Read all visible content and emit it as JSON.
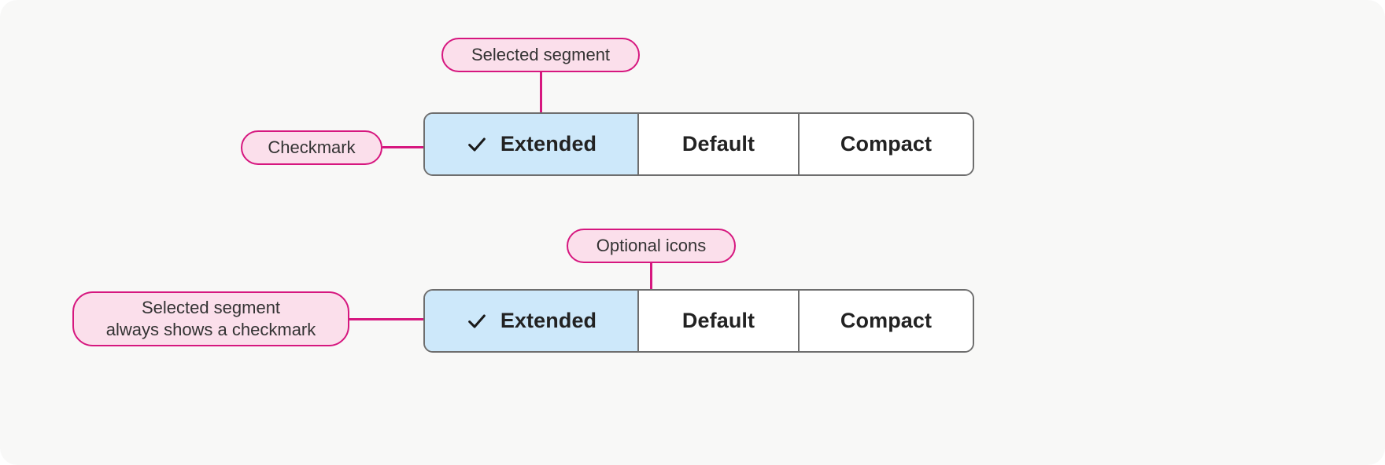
{
  "canvas": {
    "background": "#f8f8f7",
    "accent_pink_fill": "#fbdfeb",
    "accent_pink_border": "#d6177f",
    "segment_selected_fill": "#cde8fa",
    "segment_border": "#6e6e6e",
    "label_color": "#222222"
  },
  "controls": [
    {
      "id": "row-1",
      "segments": [
        {
          "label": "Extended",
          "selected": true,
          "icon": "checkmark-icon"
        },
        {
          "label": "Default",
          "selected": false,
          "icon": ""
        },
        {
          "label": "Compact",
          "selected": false,
          "icon": ""
        }
      ]
    },
    {
      "id": "row-2",
      "segments": [
        {
          "label": "Extended",
          "selected": true,
          "icon": "checkmark-icon"
        },
        {
          "label": "Default",
          "selected": false,
          "icon": ""
        },
        {
          "label": "Compact",
          "selected": false,
          "icon": ""
        }
      ]
    }
  ],
  "annotations": {
    "selected_segment_top": "Selected segment",
    "checkmark": "Checkmark",
    "optional_icons": "Optional icons",
    "selected_segment_bottom_line1": "Selected segment",
    "selected_segment_bottom_line2": "always shows a checkmark"
  }
}
